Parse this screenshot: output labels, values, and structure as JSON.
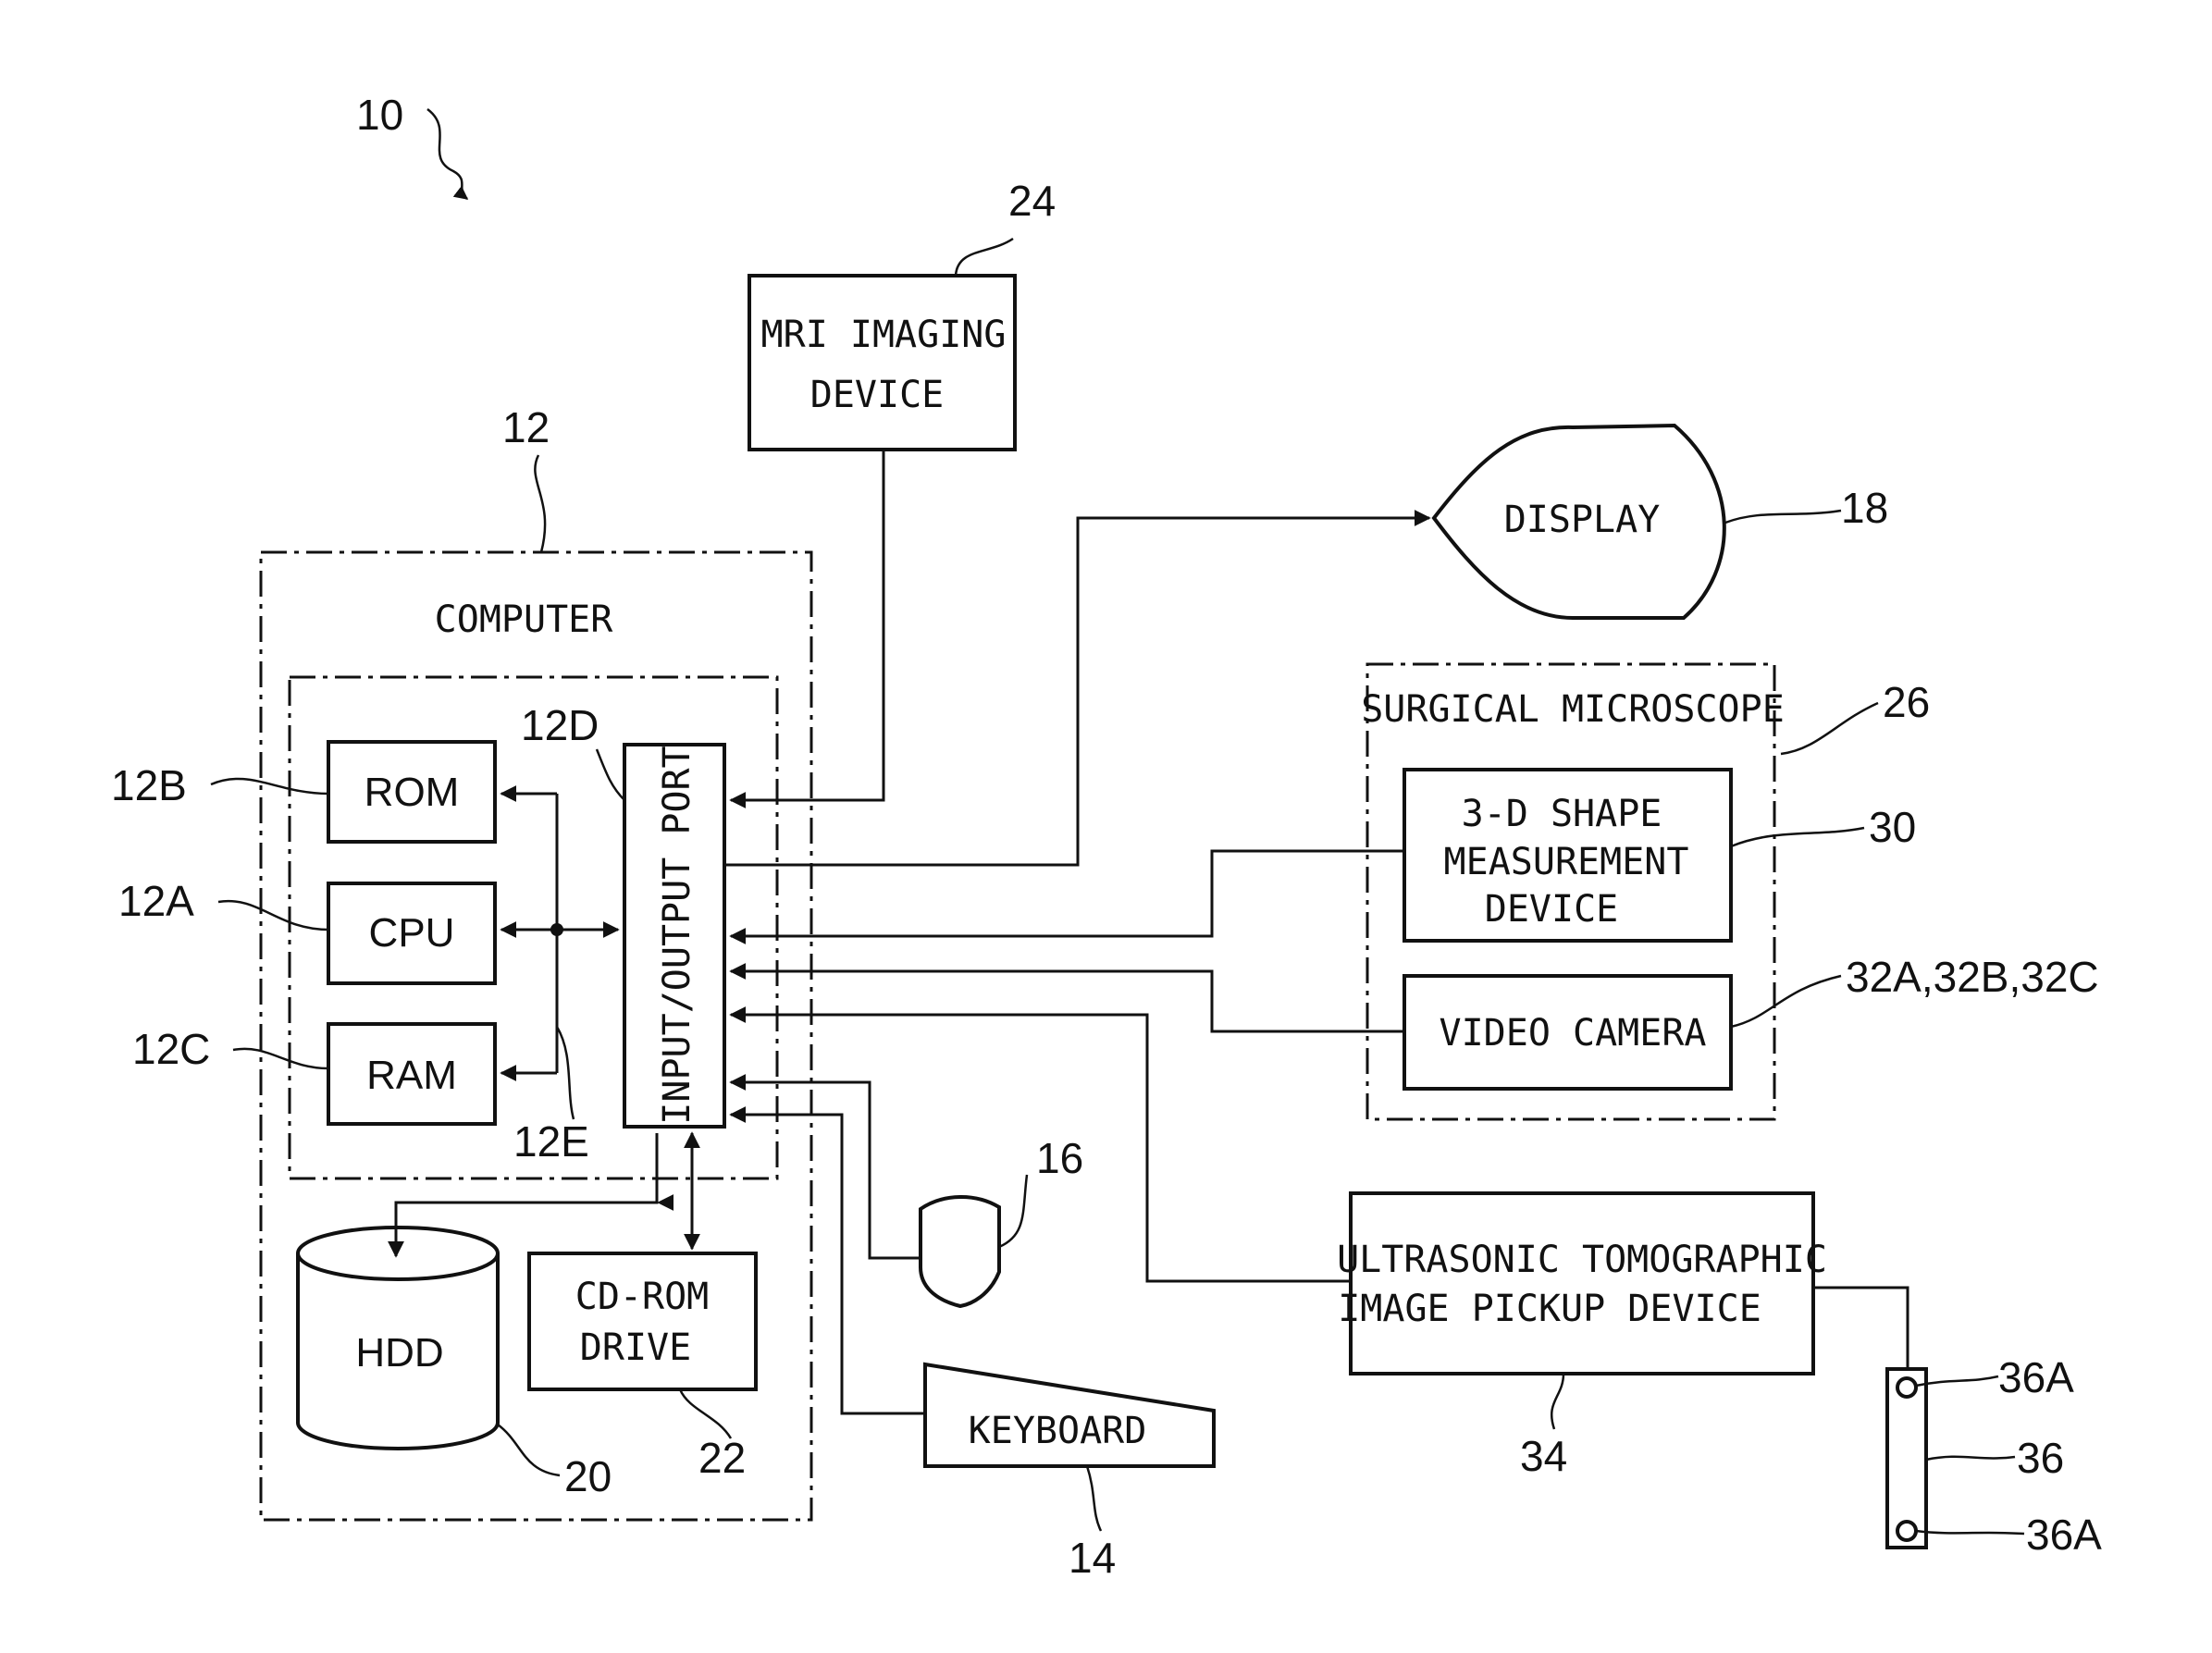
{
  "refs": {
    "system": "10",
    "computer": "12",
    "cpu": "12A",
    "rom": "12B",
    "ram": "12C",
    "io_port": "12D",
    "bus": "12E",
    "keyboard": "14",
    "mouse": "16",
    "display": "18",
    "hdd": "20",
    "cdrom": "22",
    "mri": "24",
    "microscope": "26",
    "shape_device": "30",
    "cameras": "32A,32B,32C",
    "ultrasonic": "34",
    "probe": "36",
    "probe_marker_top": "36A",
    "probe_marker_bottom": "36A"
  },
  "labels": {
    "computer": "COMPUTER",
    "rom": "ROM",
    "cpu": "CPU",
    "ram": "RAM",
    "io_port": "INPUT/OUTPUT PORT",
    "hdd": "HDD",
    "cdrom_line1": "CD-ROM",
    "cdrom_line2": "DRIVE",
    "mri_line1": "MRI IMAGING",
    "mri_line2": "DEVICE",
    "display": "DISPLAY",
    "microscope": "SURGICAL MICROSCOPE",
    "shape_line1": "3-D SHAPE",
    "shape_line2": "MEASUREMENT",
    "shape_line3": "DEVICE",
    "camera": "VIDEO CAMERA",
    "ultrasonic_line1": "ULTRASONIC TOMOGRAPHIC",
    "ultrasonic_line2": "IMAGE PICKUP DEVICE",
    "keyboard": "KEYBOARD"
  }
}
